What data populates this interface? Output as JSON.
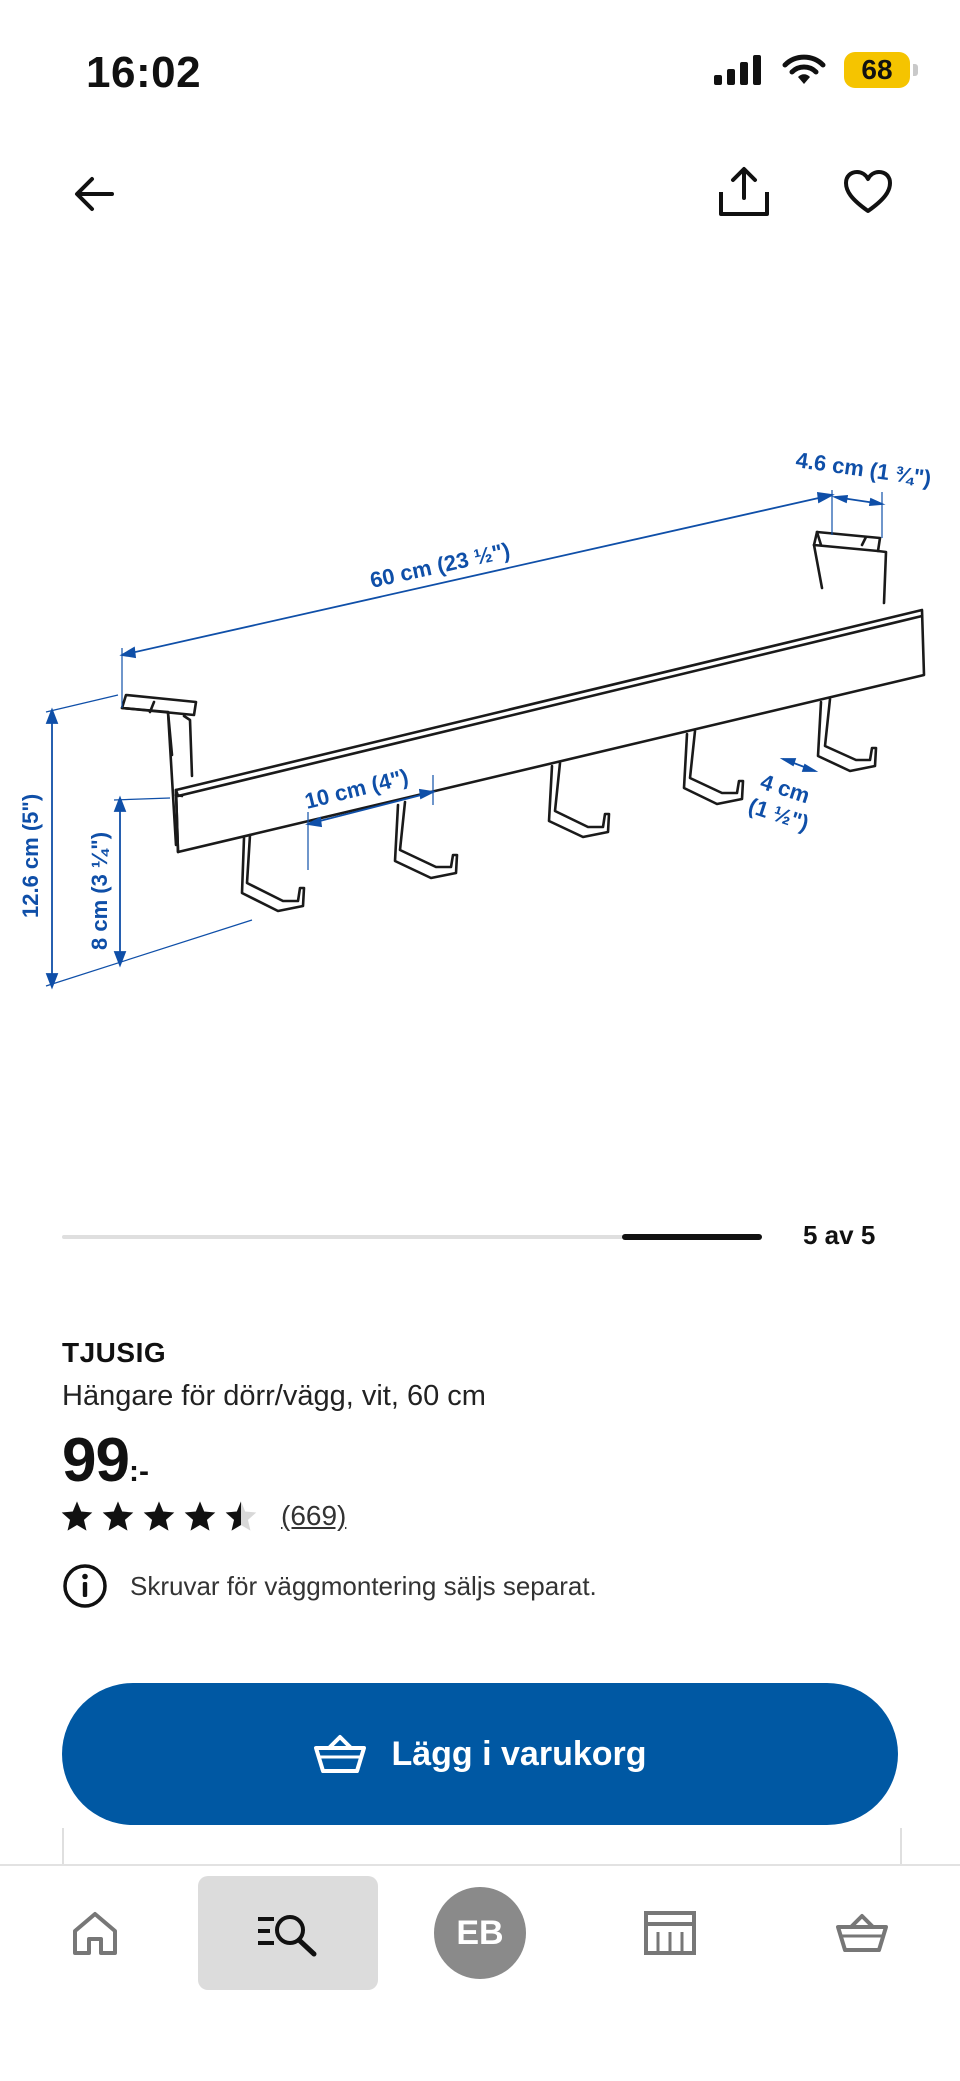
{
  "status_bar": {
    "time": "16:02",
    "battery": "68"
  },
  "top_nav": {
    "back_icon": "arrow-left-icon",
    "share_icon": "share-icon",
    "favorite_icon": "heart-icon"
  },
  "image": {
    "dimensions": {
      "length": "60 cm (23 ½\")",
      "depth": "4.6 cm (1 ¾\")",
      "total_height": "12.6 cm (5\")",
      "hook_height": "8 cm (3 ¼\")",
      "hook_spacing": "10 cm (4\")",
      "hook_depth_value": "4 cm",
      "hook_depth_inch": "(1 ½\")"
    }
  },
  "carousel": {
    "counter": "5 av 5",
    "current": 5,
    "total": 5
  },
  "product": {
    "name": "TJUSIG",
    "description": "Hängare för dörr/vägg, vit, 60 cm",
    "price": "99",
    "price_suffix": ":-",
    "rating": 4.5,
    "rating_max": 5,
    "review_count": "(669)",
    "info": "Skruvar för väggmontering säljs separat."
  },
  "cta": {
    "add_to_cart": "Lägg i varukorg"
  },
  "tab_bar": {
    "avatar_initials": "EB",
    "tabs": [
      "home-icon",
      "search-icon",
      "account-avatar",
      "store-icon",
      "cart-icon"
    ]
  },
  "colors": {
    "ikea_blue": "#0058a3",
    "dimension_blue": "#0f4fa8",
    "battery_yellow": "#f5c400"
  }
}
